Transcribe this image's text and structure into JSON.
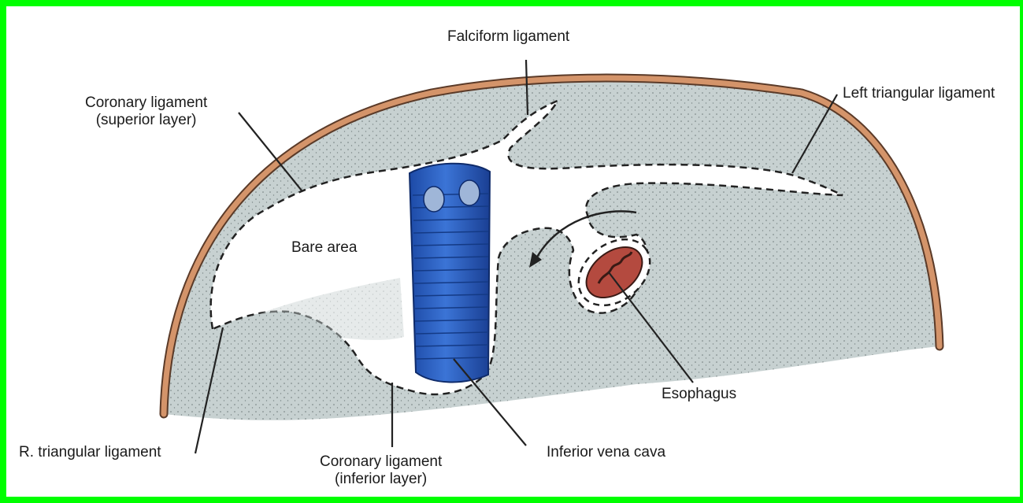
{
  "labels": {
    "falciform": "Falciform ligament",
    "coronary_superior_line1": "Coronary ligament",
    "coronary_superior_line2": "(superior layer)",
    "left_triangular": "Left triangular ligament",
    "bare_area": "Bare area",
    "r_triangular": "R. triangular ligament",
    "coronary_inferior_line1": "Coronary ligament",
    "coronary_inferior_line2": "(inferior layer)",
    "ivc": "Inferior vena cava",
    "esophagus": "Esophagus"
  },
  "colors": {
    "frame": "#00ff00",
    "liver": "#c5cfcf",
    "capsule": "#c98a62",
    "ivc": "#2b62c4",
    "esophagus": "#b44a3f"
  }
}
